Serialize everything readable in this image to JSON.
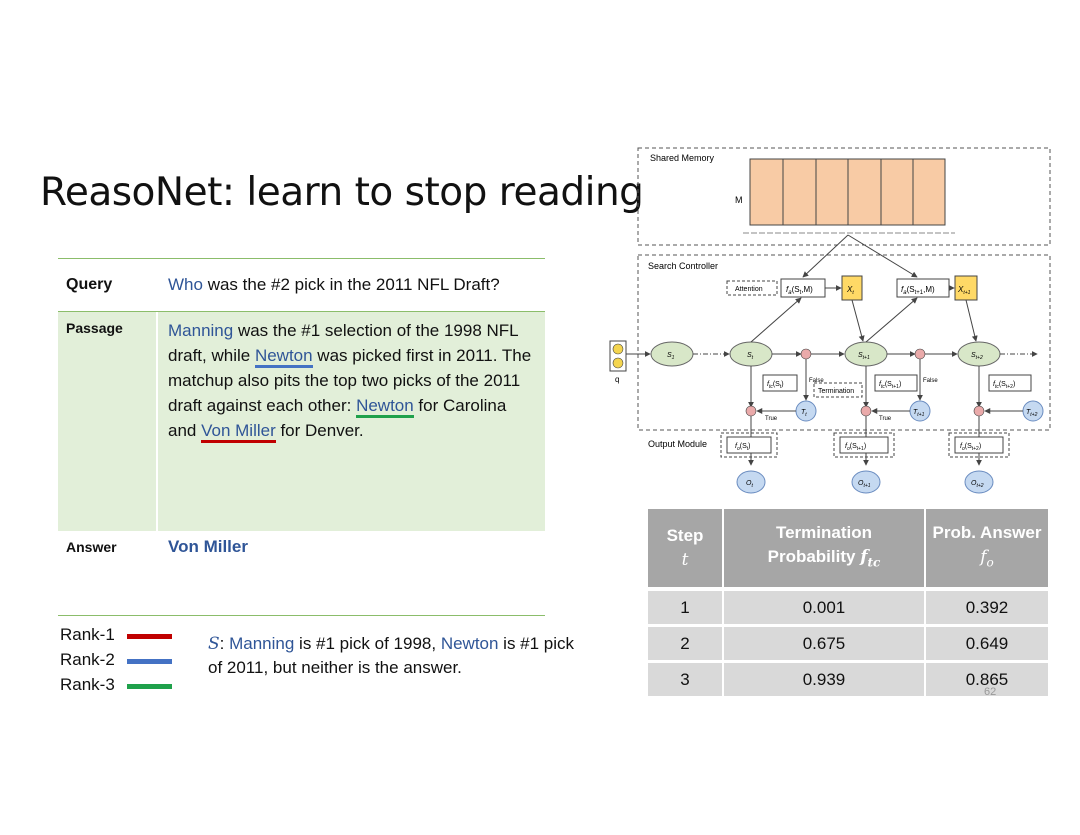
{
  "slide": {
    "title": "ReasoNet: learn to stop reading",
    "page_number": "62"
  },
  "qa": {
    "query_label": "Query",
    "query_wh": "Who",
    "query_rest": " was the #2 pick in the 2011 NFL Draft?",
    "passage_label": "Passage",
    "passage": {
      "p1": "Manning",
      "p2": " was the #1 selection of the 1998 NFL draft, while ",
      "p3": "Newton",
      "p4": " was picked first in 2011. The matchup also pits the top two picks of the 2011 draft against each other: ",
      "p5": "Newton",
      "p6": " for Carolina and ",
      "p7": "Von Miller",
      "p8": " for Denver."
    },
    "answer_label": "Answer",
    "answer": "Von Miller"
  },
  "ranks": [
    {
      "label": "Rank-1",
      "color": "#c00000"
    },
    {
      "label": "Rank-2",
      "color": "#4472c4"
    },
    {
      "label": "Rank-3",
      "color": "#1fa14b"
    }
  ],
  "sentence": {
    "var": "S",
    "colon": ": ",
    "manning": "Manning",
    "mid": " is #1 pick of 1998, ",
    "newton": "Newton",
    "end": " is #1 pick of 2011, but neither is the answer."
  },
  "diagram": {
    "shared_memory": "Shared Memory",
    "memory_var": "M",
    "search_controller": "Search Controller",
    "output_module": "Output Module",
    "attention": "Attention",
    "termination": "Termination",
    "true_label": "True",
    "false_label": "False",
    "query_var": "q",
    "s1": "S",
    "s1_sub": "1",
    "fa": "f",
    "fa_sub": "a",
    "fa_arg": "(S",
    "fa_arg2": ",M)",
    "nodes": [
      {
        "s": "S",
        "sub": "t",
        "x": "X",
        "xsub": "t",
        "T": "T",
        "Tsub": "t",
        "O": "O",
        "Osub": "t",
        "ftc": "f",
        "ftc_sub": "tc",
        "ftc_arg": "(S",
        "ftc_argsub": "t",
        "fo": "f",
        "fo_sub": "o",
        "fo_arg": "(S",
        "fo_argsub": "t"
      },
      {
        "s": "S",
        "sub": "t+1",
        "x": "X",
        "xsub": "t+1",
        "T": "T",
        "Tsub": "t+1",
        "O": "O",
        "Osub": "t+1",
        "ftc": "f",
        "ftc_sub": "tc",
        "ftc_arg": "(S",
        "ftc_argsub": "t+1",
        "fo": "f",
        "fo_sub": "o",
        "fo_arg": "(S",
        "fo_argsub": "t+1"
      },
      {
        "s": "S",
        "sub": "t+2",
        "T": "T",
        "Tsub": "t+2",
        "O": "O",
        "Osub": "t+2",
        "ftc": "f",
        "ftc_sub": "tc",
        "ftc_arg": "(S",
        "ftc_argsub": "t+2",
        "fo": "f",
        "fo_sub": "o",
        "fo_arg": "(S",
        "fo_argsub": "t+2"
      }
    ],
    "fa1_sub": "t",
    "fa2_sub": "t+1",
    "colors": {
      "memory": "#f8cba5",
      "state": "#d8e7c8",
      "query": "#f4d54f",
      "xbox": "#ffd966",
      "tnode": "#c5d9f1",
      "gate": "#eaaaaa"
    }
  },
  "results": {
    "headers": {
      "step": "Step",
      "step_var": "t",
      "term1": "Termination",
      "term2": "Probability ",
      "term_var": "f",
      "term_sub": "tc",
      "prob": "Prob. Answer",
      "prob_var": "f",
      "prob_sub": "o"
    },
    "rows": [
      {
        "step": "1",
        "term": "0.001",
        "prob": "0.392"
      },
      {
        "step": "2",
        "term": "0.675",
        "prob": "0.649"
      },
      {
        "step": "3",
        "term": "0.939",
        "prob": "0.865"
      }
    ]
  }
}
